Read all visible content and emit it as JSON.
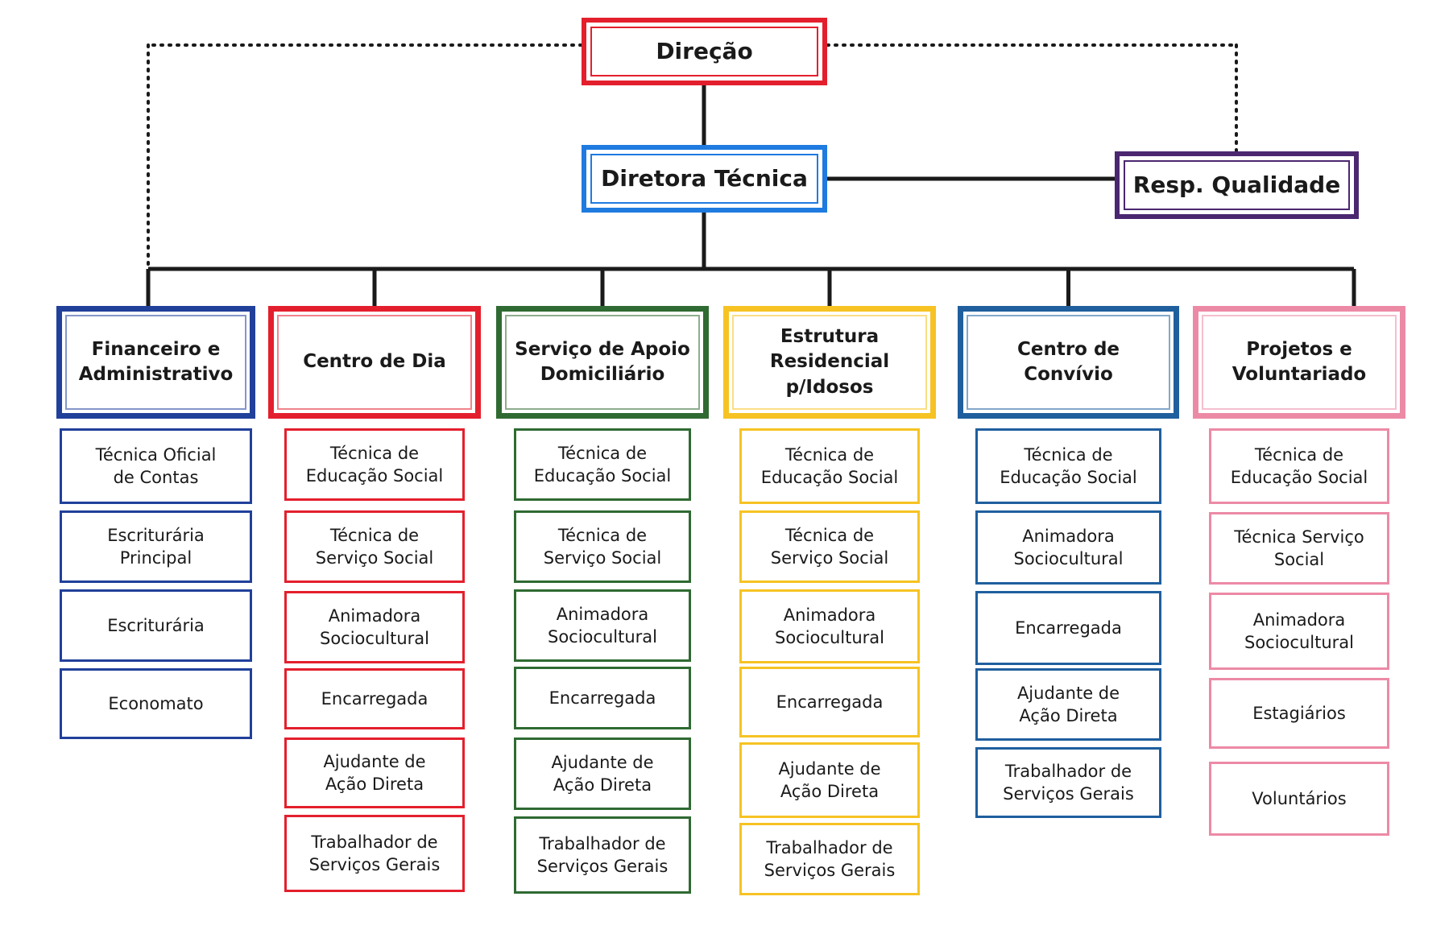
{
  "colors": {
    "direcao": "#e41f2d",
    "diretora": "#1f7be0",
    "qualidade": "#4b2770",
    "line": "#1a1a1a"
  },
  "top": {
    "direcao": "Direção",
    "diretora_tecnica": "Diretora Técnica",
    "resp_qualidade": "Resp. Qualidade"
  },
  "departments": [
    {
      "title": "Financeiro e\nAdministrativo",
      "color": "#21409a",
      "roles": [
        "Técnica Oficial\nde Contas",
        "Escriturária\nPrincipal",
        "Escriturária",
        "Economato"
      ]
    },
    {
      "title": "Centro de Dia",
      "color": "#e41f2d",
      "roles": [
        "Técnica de\nEducação Social",
        "Técnica de\nServiço Social",
        "Animadora\nSociocultural",
        "Encarregada",
        "Ajudante de\nAção Direta",
        "Trabalhador de\nServiços Gerais"
      ]
    },
    {
      "title": "Serviço de Apoio\nDomiciliário",
      "color": "#2f6a32",
      "roles": [
        "Técnica de\nEducação Social",
        "Técnica de\nServiço Social",
        "Animadora\nSociocultural",
        "Encarregada",
        "Ajudante de\nAção Direta",
        "Trabalhador de\nServiços Gerais"
      ]
    },
    {
      "title": "Estrutura\nResidencial\np/Idosos",
      "color": "#f6c323",
      "roles": [
        "Técnica de\nEducação Social",
        "Técnica de\nServiço Social",
        "Animadora\nSociocultural",
        "Encarregada",
        "Ajudante de\nAção Direta",
        "Trabalhador de\nServiços Gerais"
      ]
    },
    {
      "title": "Centro de\nConvívio",
      "color": "#1f5f9e",
      "roles": [
        "Técnica de\nEducação Social",
        "Animadora\nSociocultural",
        "Encarregada",
        "Ajudante de\nAção Direta",
        "Trabalhador de\nServiços Gerais"
      ]
    },
    {
      "title": "Projetos e\nVoluntariado",
      "color": "#ec8aa6",
      "roles": [
        "Técnica de\nEducação Social",
        "Técnica Serviço\nSocial",
        "Animadora\nSociocultural",
        "Estagiários",
        "Voluntários"
      ]
    }
  ]
}
